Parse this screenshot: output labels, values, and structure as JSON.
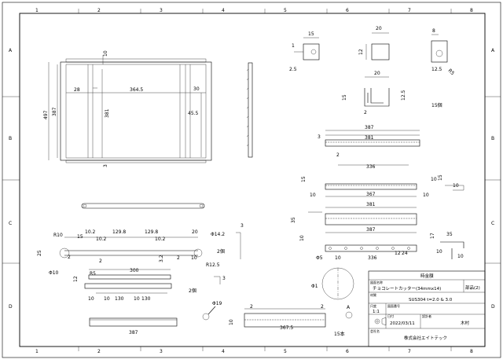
{
  "drawing": {
    "zones_top": [
      "1",
      "2",
      "3",
      "4",
      "5",
      "6",
      "7",
      "8"
    ],
    "zones_side": [
      "A",
      "B",
      "C",
      "D"
    ],
    "main_view": {
      "d1": "10",
      "d2": "497",
      "d3": "387",
      "d4": "28",
      "d5": "364.5",
      "d6": "381",
      "d7": "30",
      "d8": "45.5",
      "d9": "3"
    },
    "bracket_a": {
      "d1": "15",
      "d2": "1",
      "d3": "2.5"
    },
    "bracket_b": {
      "d1": "20",
      "d2": "12"
    },
    "bracket_c": {
      "d1": "8",
      "d2": "12.5",
      "d3": "R5"
    },
    "channel": {
      "d1": "20",
      "d2": "15",
      "d3": "12.5",
      "d4": "2"
    },
    "qty_note": "15個",
    "rail_1": {
      "d1": "387",
      "d2": "381",
      "d3": "3",
      "d4": "2",
      "d5": "336"
    },
    "rail_2": {
      "d1": "15",
      "d2": "10",
      "d3": "367",
      "d4": "10",
      "d5": "10",
      "d6": "15",
      "d7": "10"
    },
    "rail_3": {
      "d1": "381",
      "d2": "35",
      "d3": "387",
      "d4": "10"
    },
    "rail_4": {
      "d1": "Φ5",
      "d2": "10",
      "d3": "336",
      "d4": "12",
      "d5": "24"
    },
    "clip": {
      "d1": "17",
      "d2": "35",
      "d3": "10",
      "d4": "10"
    },
    "linkage": {
      "d1": "R10",
      "d2": "15",
      "d3": "10.2",
      "d4": "129.8",
      "d5": "10.2",
      "d6": "129.8",
      "d7": "10.2",
      "d8": "20",
      "d9": "Φ14.2",
      "d10": "3",
      "d11": "25",
      "d12": "Φ10",
      "d13": "2",
      "d14": "2",
      "d15": "3.2",
      "d16": "2",
      "d17": "10",
      "d18": "R12.5",
      "d19": "2個"
    },
    "pushrod": {
      "d1": "R5",
      "d2": "300",
      "d3": "12",
      "d4": "130",
      "d5": "130",
      "d6": "10",
      "d7": "10",
      "d8": "10",
      "d9": "3",
      "d10": "2個"
    },
    "bar": {
      "d1": "387"
    },
    "pin": {
      "d1": "Φ19"
    },
    "blade": {
      "d1": "2",
      "d2": "2",
      "d3": "10",
      "d4": "367.5",
      "d5": "15本"
    },
    "detail": {
      "d1": "Φ1",
      "d2": "A"
    }
  },
  "title_block": {
    "label_material_grade": "時金額",
    "label_name": "図面名称",
    "name": "チョコレートカッター(34mmx14)",
    "part_no": "部品(2)",
    "label_material": "材質",
    "material": "SUS304 t=2.0 & 3.0",
    "label_scale": "尺度",
    "scale": "1:1",
    "label_drawno": "図面番号",
    "label_date": "日付",
    "date": "2022/03/11",
    "label_drawn": "設計者",
    "drawn_by": "木村",
    "label_company": "会社名",
    "company": "株式会社エイトテック"
  }
}
